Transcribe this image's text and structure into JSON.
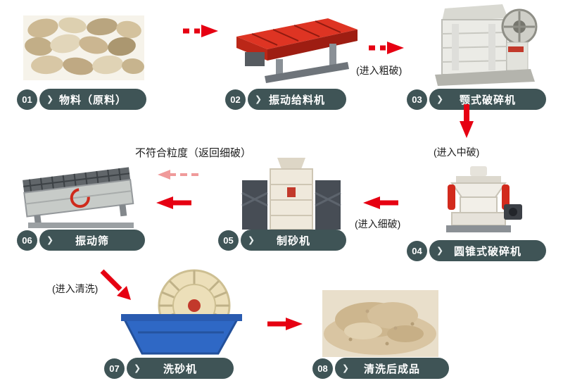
{
  "ui": {
    "chevron": "❯"
  },
  "colors": {
    "pill_bg": "#3f5456",
    "arrow_red": "#e60012",
    "return_pink": "#f09a9a",
    "annotation_text": "#1c1c1c",
    "feeder_red": "#de3423",
    "washer_blue": "#2f68c5",
    "sand_tan": "#d9c5a2"
  },
  "stations": [
    {
      "number": "01",
      "label": "物料（原料）",
      "image": "raw-material-pebbles"
    },
    {
      "number": "02",
      "label": "振动给料机",
      "image": "vibrating-feeder"
    },
    {
      "number": "03",
      "label": "颚式破碎机",
      "image": "jaw-crusher"
    },
    {
      "number": "04",
      "label": "圆锥式破碎机",
      "image": "cone-crusher"
    },
    {
      "number": "05",
      "label": "制砂机",
      "image": "sand-making-machine"
    },
    {
      "number": "06",
      "label": "振动筛",
      "image": "vibrating-screen"
    },
    {
      "number": "07",
      "label": "洗砂机",
      "image": "sand-washer"
    },
    {
      "number": "08",
      "label": "清洗后成品",
      "image": "washed-finished-product"
    }
  ],
  "annotations": {
    "enter_coarse_crushing": "(进入粗破)",
    "enter_medium_crushing": "(进入中破)",
    "enter_fine_crushing": "(进入细破)",
    "return_not_qualified": "不符合粒度（返回细破）",
    "enter_washing": "(进入清洗)"
  }
}
